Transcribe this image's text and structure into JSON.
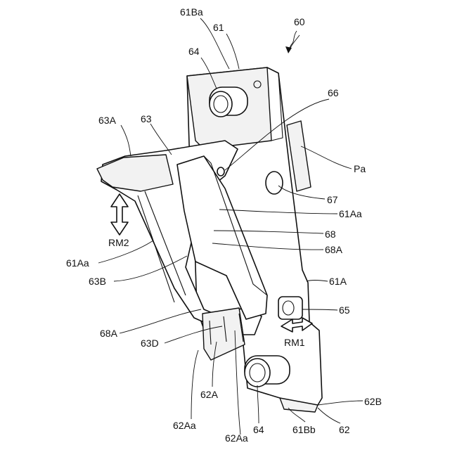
{
  "labels": {
    "assembly": "60",
    "l_61Ba": "61Ba",
    "l_61": "61",
    "l_64_top": "64",
    "l_66": "66",
    "l_63A": "63A",
    "l_63": "63",
    "l_Pa": "Pa",
    "l_67": "67",
    "l_61Aa_right": "61Aa",
    "l_68": "68",
    "l_RM2": "RM2",
    "l_68A_right": "68A",
    "l_61Aa_left": "61Aa",
    "l_63B": "63B",
    "l_61A": "61A",
    "l_65": "65",
    "l_68A_left": "68A",
    "l_RM1": "RM1",
    "l_63D": "63D",
    "l_62A": "62A",
    "l_62B": "62B",
    "l_62Aa_left": "62Aa",
    "l_64_bottom": "64",
    "l_62Aa_right": "62Aa",
    "l_61Bb": "61Bb",
    "l_62": "62"
  }
}
